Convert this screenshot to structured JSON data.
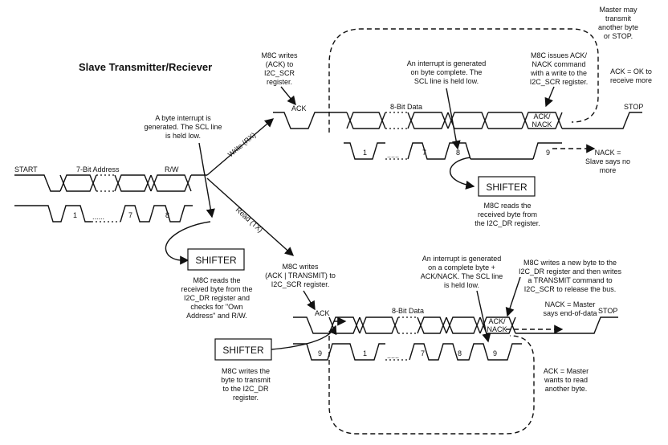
{
  "title": "Slave Transmitter/Reciever",
  "labels": {
    "start": "START",
    "addr7": "7-Bit Address",
    "rw": "R/W",
    "n1": "1",
    "n7": "7",
    "n8": "8",
    "n9": "9",
    "dots": "......",
    "ack": "ACK",
    "data8": "8-Bit Data",
    "ack_nack": "ACK/",
    "nack": "NACK",
    "stop": "STOP",
    "write_rx": "Write (RX)",
    "read_tx": "Read (TX)",
    "shifter": "SHIFTER"
  },
  "notes": {
    "byte_int": [
      "A byte interrupt is",
      "generated.  The SCL line",
      "is held low."
    ],
    "m8c_ack": [
      "M8C writes",
      "(ACK) to",
      "I2C_SCR",
      "register."
    ],
    "int_byte_complete": [
      "An interrupt is generated",
      "on byte complete.  The",
      "SCL line is held low."
    ],
    "m8c_issue": [
      "M8C issues ACK/",
      "NACK command",
      "with a write to the",
      "I2C_SCR register."
    ],
    "master_may": [
      "Master may",
      "transmit",
      "another byte",
      "or STOP."
    ],
    "ack_ok": [
      "ACK = OK to",
      "receive more"
    ],
    "nack_slave": [
      "NACK =",
      "Slave says no",
      "more"
    ],
    "m8c_reads_rx": [
      "M8C reads the",
      "received byte from",
      "the I2C_DR register."
    ],
    "m8c_reads_addr": [
      "M8C reads the",
      "received byte from the",
      "I2C_DR register and",
      "checks for \"Own",
      "Address\" and R/W."
    ],
    "m8c_ack_transmit": [
      "M8C writes",
      "(ACK | TRANSMIT) to",
      "I2C_SCR register."
    ],
    "int_complete_ack": [
      "An interrupt is generated",
      "on a complete byte +",
      "ACK/NACK. The SCL line",
      "is held low."
    ],
    "m8c_new_byte": [
      "M8C writes a new byte to the",
      "I2C_DR register and then writes",
      "a  TRANSMIT command to",
      "I2C_SCR to release the bus."
    ],
    "nack_master": [
      "NACK = Master",
      "says end-of-data"
    ],
    "m8c_writes_byte": [
      "M8C writes the",
      "byte to transmit",
      "to the I2C_DR",
      "register."
    ],
    "ack_master": [
      "ACK = Master",
      "wants to read",
      "another byte."
    ]
  }
}
